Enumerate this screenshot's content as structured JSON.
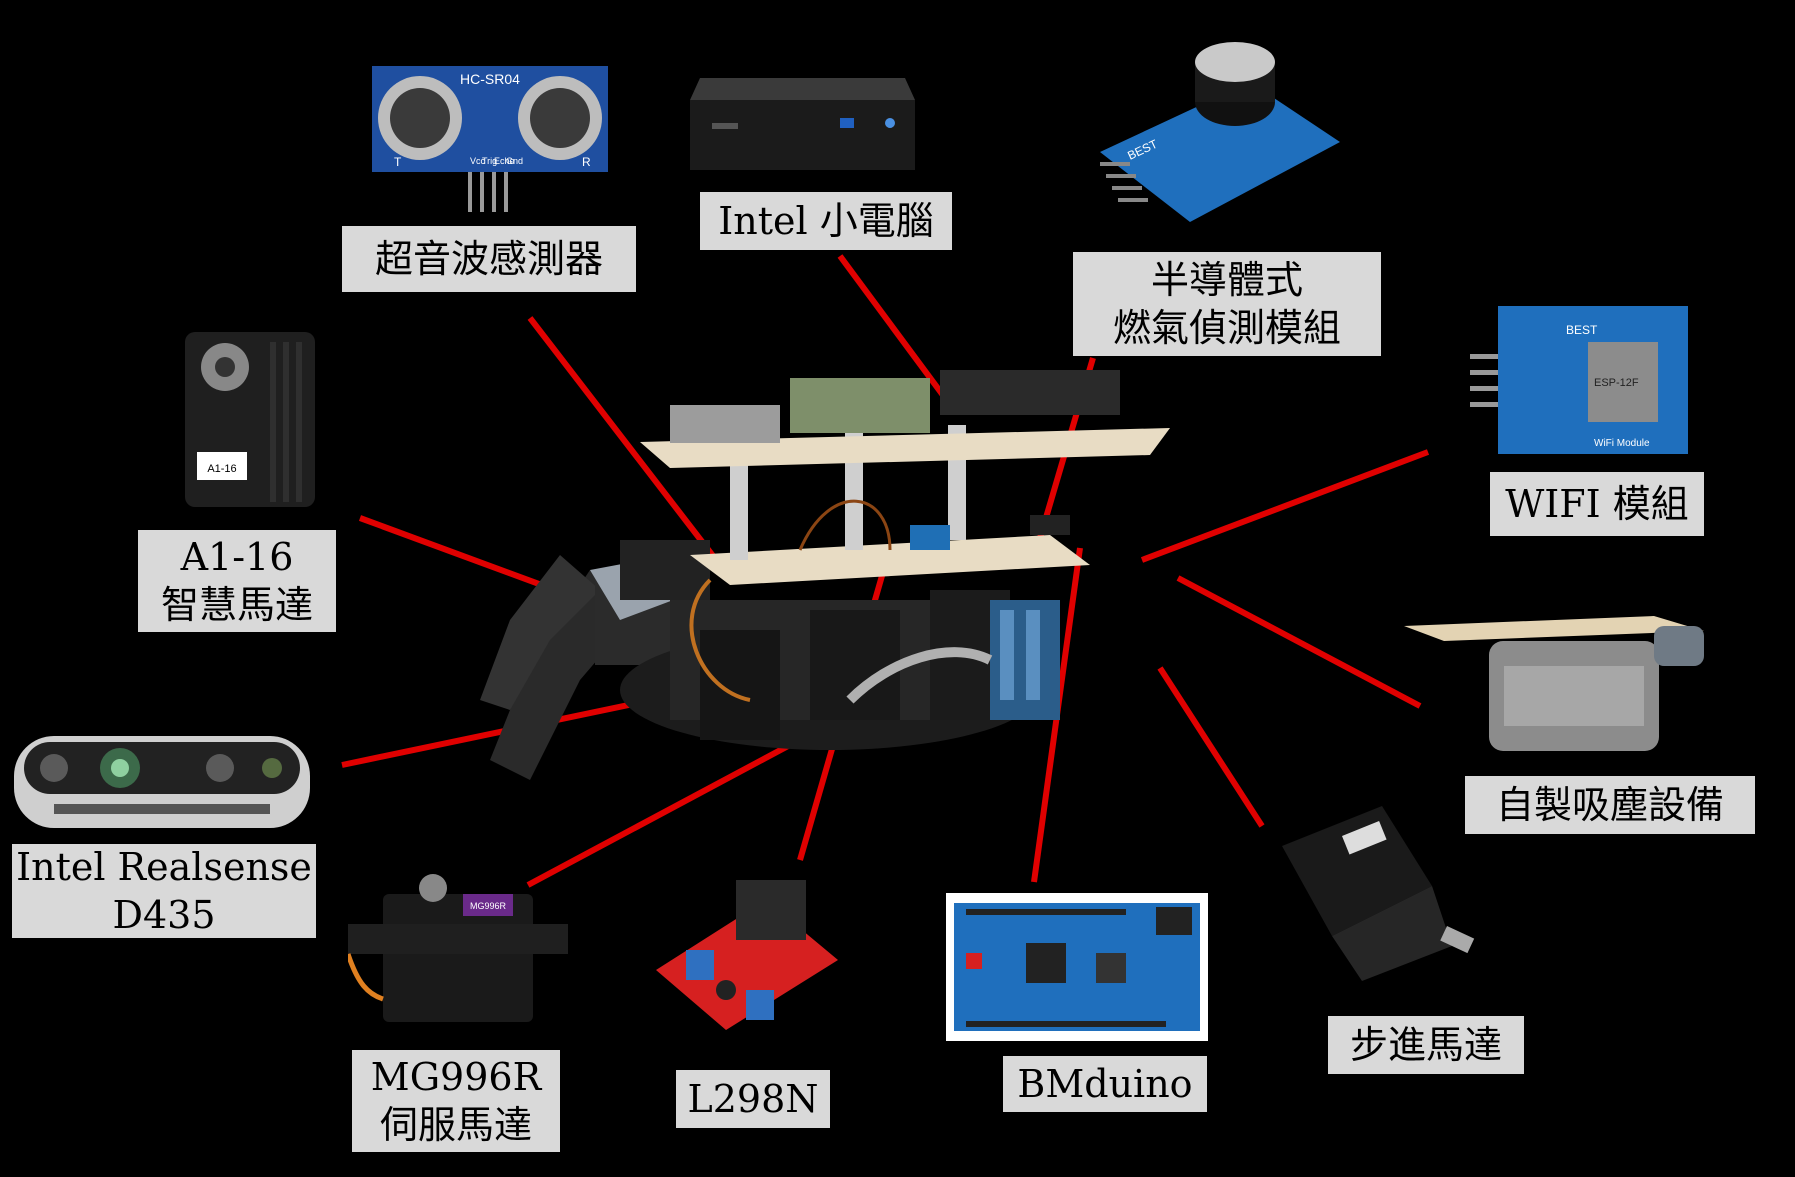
{
  "labels": {
    "ultrasonic": "超音波感測器",
    "intel_pc": "Intel 小電腦",
    "gas_sensor": [
      "半導體式",
      "燃氣偵測模組"
    ],
    "wifi": "WIFI 模組",
    "a116": [
      "A1-16",
      "智慧馬達"
    ],
    "realsense": [
      "Intel Realsense",
      "D435"
    ],
    "mg996r": [
      "MG996R",
      "伺服馬達"
    ],
    "l298n": "L298N",
    "bmduino": "BMduino",
    "stepper": "步進馬達",
    "vacuum": "自製吸塵設備"
  },
  "pictures": {
    "hcsr04": {
      "printed": "HC-SR04",
      "pins": [
        "Vcc",
        "Trig",
        "Echo",
        "Gnd"
      ],
      "t": "T",
      "r": "R"
    },
    "gas_module": {
      "brand": "BEST"
    },
    "wifi_module": {
      "brand": "BEST",
      "caption": "WiFi Module",
      "chip": "ESP-12F"
    },
    "a116_motor": {
      "mark": "A1-16"
    },
    "mg996r_servo": {
      "mark": "MG996R"
    }
  },
  "colors": {
    "background": "#000000",
    "label_bg": "#d9d9d9",
    "leader": "#e00000"
  }
}
